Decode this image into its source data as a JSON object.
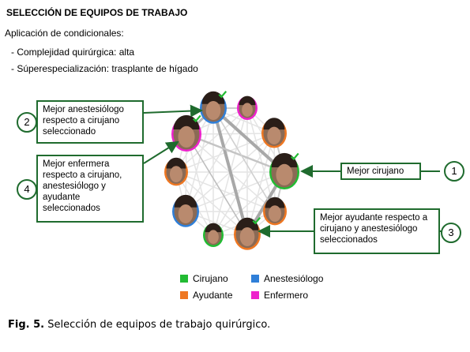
{
  "header": {
    "title": "SELECCIÓN DE EQUIPOS DE TRABAJO",
    "subtitle": "Aplicación de condicionales:",
    "conditions": [
      "- Complejidad quirúrgica: alta",
      "- Súperespecialización: trasplante de hígado"
    ]
  },
  "callouts": [
    {
      "number": "2",
      "lines": [
        "Mejor anestesiólogo",
        "respecto a cirujano",
        "seleccionado"
      ]
    },
    {
      "number": "4",
      "lines": [
        "Mejor enfermera",
        "respecto a cirujano,",
        "anestesiólogo y",
        "ayudante",
        "seleccionados"
      ]
    },
    {
      "number": "1",
      "lines": [
        "Mejor cirujano"
      ]
    },
    {
      "number": "3",
      "lines": [
        "Mejor ayudante respecto a",
        "cirujano y anestesiólogo",
        "seleccionados"
      ]
    }
  ],
  "legend": [
    {
      "label": "Cirujano",
      "color": "#22bb33"
    },
    {
      "label": "Anestesiólogo",
      "color": "#2f7fd8"
    },
    {
      "label": "Ayudante",
      "color": "#ee7722"
    },
    {
      "label": "Enfermero",
      "color": "#ee22cc"
    }
  ],
  "caption": {
    "label": "Fig. 5.",
    "text": " Selección de equipos de trabajo quirúrgico."
  },
  "colors": {
    "accent_green": "#1f6b2e",
    "surgeon": "#22bb33",
    "anesthesiologist": "#2f7fd8",
    "assistant": "#ee7722",
    "nurse": "#ee22cc"
  }
}
